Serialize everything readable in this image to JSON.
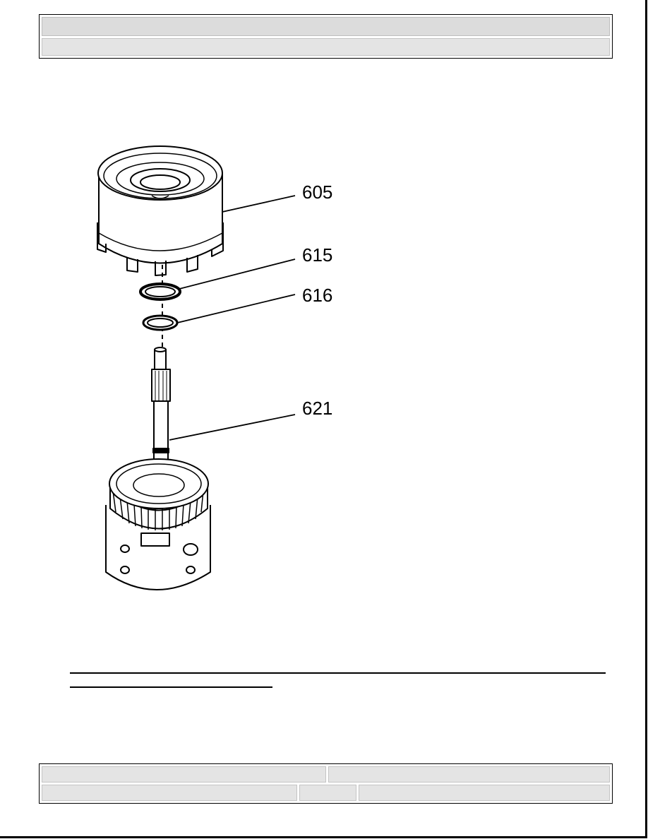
{
  "header": {
    "title": "",
    "subtitle": ""
  },
  "figure": {
    "callouts": {
      "c605": "605",
      "c615": "615",
      "c616": "616",
      "c621": "621"
    }
  },
  "footer": {
    "top_left": "",
    "top_right": "",
    "bottom_left": "",
    "bottom_mid": "",
    "bottom_right": ""
  }
}
